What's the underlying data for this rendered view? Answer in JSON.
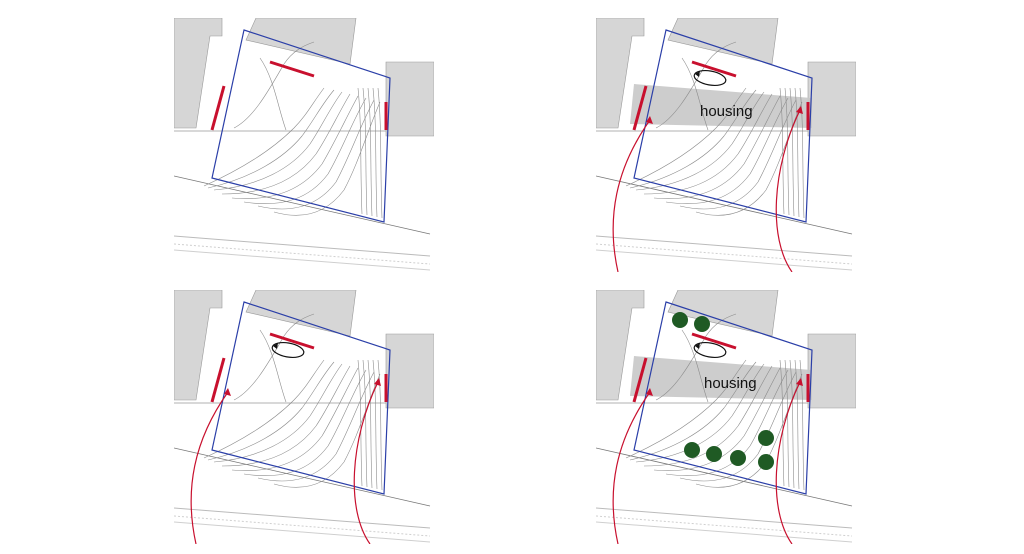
{
  "colors": {
    "building": "#d6d6d6",
    "building_stroke": "#999999",
    "site_boundary": "#2b3fa8",
    "wall_accent": "#c8102e",
    "contour": "#8c8c8c",
    "housing_band": "#c8c8c8",
    "tree": "#1f5a24"
  },
  "panels": [
    {
      "id": "site-analysis",
      "show_housing": false,
      "show_arrows": false,
      "show_rotation": false,
      "show_trees": false
    },
    {
      "id": "housing-access",
      "show_housing": true,
      "show_arrows": true,
      "show_rotation": true,
      "show_trees": false
    },
    {
      "id": "access-paths",
      "show_housing": false,
      "show_arrows": true,
      "show_rotation": true,
      "show_trees": false
    },
    {
      "id": "housing-with-trees",
      "show_housing": true,
      "show_arrows": true,
      "show_rotation": true,
      "show_trees": true
    }
  ],
  "labels": {
    "housing": "housing"
  },
  "icons": {
    "rotation": "rotation-ellipse-icon",
    "tree": "tree-icon",
    "arrow": "access-arrow-icon"
  }
}
